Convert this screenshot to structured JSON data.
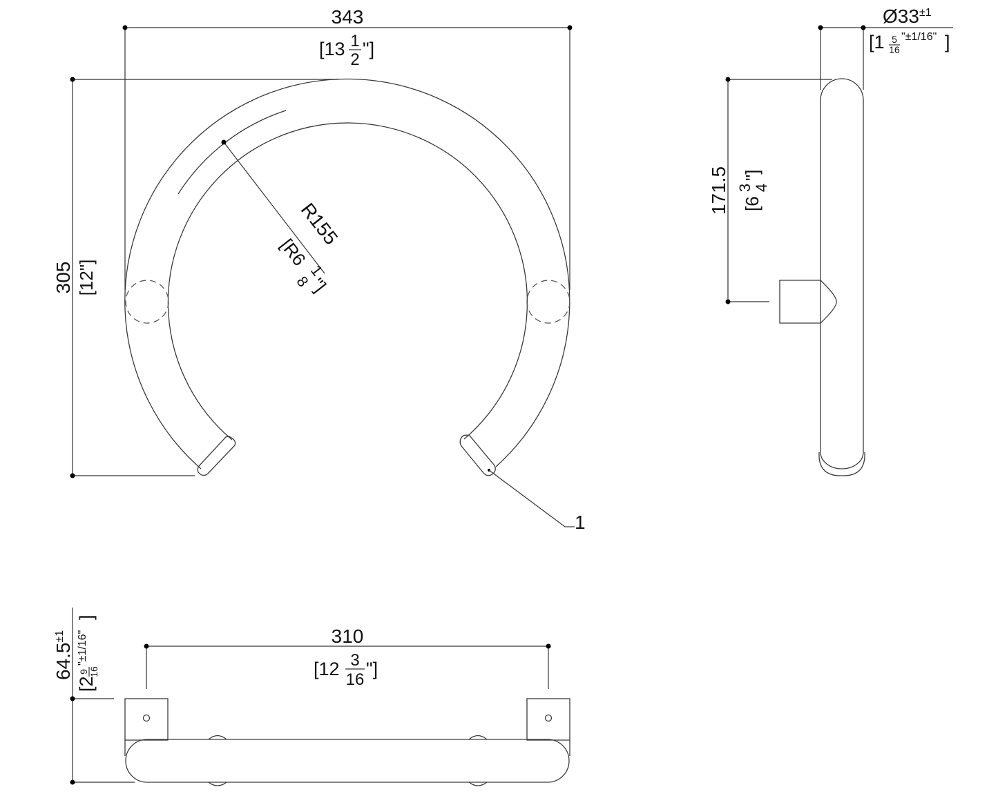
{
  "drawing": {
    "type": "technical-drawing",
    "views": [
      "front-view",
      "side-view",
      "top-view"
    ]
  },
  "dimensions": {
    "width_overall": {
      "mm": "343",
      "in_whole": "13",
      "in_num": "1",
      "in_den": "2",
      "in_suffix": "\"]",
      "in_prefix": "["
    },
    "height_overall": {
      "mm": "305",
      "in": "[12\"]"
    },
    "radius": {
      "mm": "R155",
      "in_prefix": "[R6",
      "in_num": "1",
      "in_den": "8",
      "in_suffix": "\"]"
    },
    "diameter": {
      "mm": "Ø33",
      "mm_tol": "±1",
      "in_prefix": "[1",
      "in_num": "5",
      "in_den": "16",
      "in_tol": "\"±1/16\"",
      "in_suffix": "]"
    },
    "projection": {
      "mm": "171.5",
      "in_prefix": "[6",
      "in_num": "3",
      "in_den": "4",
      "in_suffix": "\"]"
    },
    "mount_spacing": {
      "mm": "310",
      "in_prefix": "[12",
      "in_num": "3",
      "in_den": "16",
      "in_suffix": "\"]"
    },
    "depth": {
      "mm": "64.5",
      "mm_tol": "±1",
      "in_prefix": "[2",
      "in_num": "9",
      "in_den": "16",
      "in_tol": "\"±1/16\"",
      "in_suffix": "]"
    }
  },
  "callouts": [
    {
      "label": "1"
    }
  ],
  "colors": {
    "line": "#3a3a3a",
    "text": "#111111",
    "background": "#ffffff"
  }
}
